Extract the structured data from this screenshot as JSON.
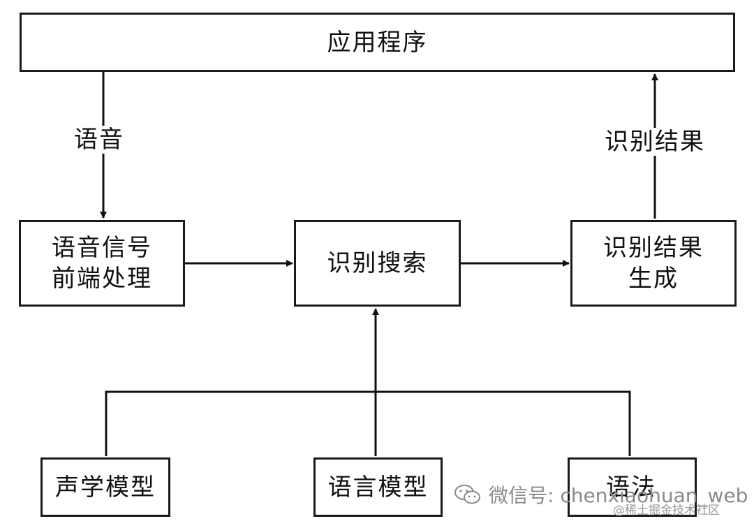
{
  "diagram": {
    "app_box": "应用程序",
    "frontend_box": [
      "语音信号",
      "前端处理"
    ],
    "search_box": "识别搜索",
    "result_box": [
      "识别结果",
      "生成"
    ],
    "acoustic_box": "声学模型",
    "language_box": "语言模型",
    "grammar_box": "语法",
    "edge_speech": "语音",
    "edge_result": "识别结果"
  },
  "watermark": {
    "icon": "wechat-icon",
    "text": "微信号: chenxiaohuan_web",
    "sub": "@稀土掘金技术社区"
  }
}
